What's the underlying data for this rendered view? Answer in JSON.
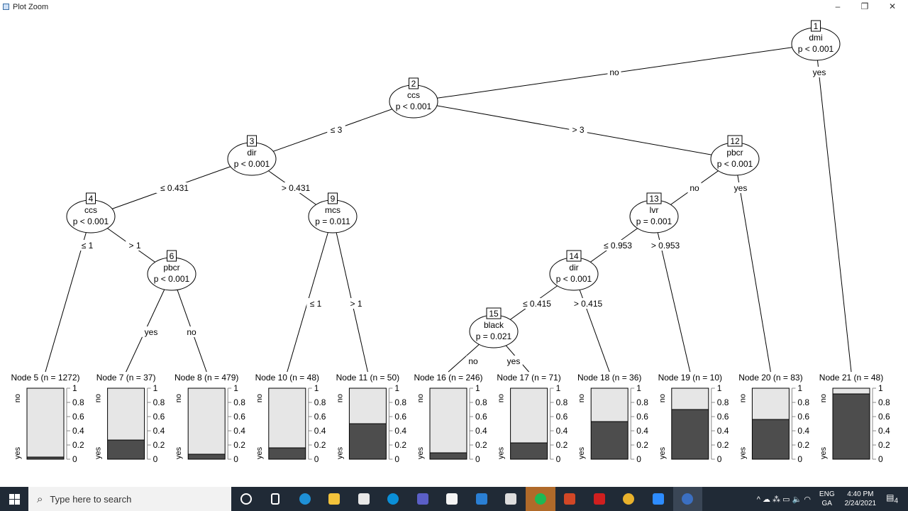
{
  "window": {
    "title": "Plot Zoom",
    "controls": [
      "–",
      "❐",
      "✕"
    ]
  },
  "tree": {
    "inner": [
      {
        "id": 1,
        "var": "dmi",
        "p": "p < 0.001"
      },
      {
        "id": 2,
        "var": "ccs",
        "p": "p < 0.001"
      },
      {
        "id": 3,
        "var": "dir",
        "p": "p < 0.001"
      },
      {
        "id": 4,
        "var": "ccs",
        "p": "p < 0.001"
      },
      {
        "id": 6,
        "var": "pbcr",
        "p": "p < 0.001"
      },
      {
        "id": 9,
        "var": "mcs",
        "p": "p = 0.011"
      },
      {
        "id": 12,
        "var": "pbcr",
        "p": "p < 0.001"
      },
      {
        "id": 13,
        "var": "lvr",
        "p": "p = 0.001"
      },
      {
        "id": 14,
        "var": "dir",
        "p": "p < 0.001"
      },
      {
        "id": 15,
        "var": "black",
        "p": "p = 0.021"
      }
    ],
    "edges": [
      {
        "from": 1,
        "to": 2,
        "label": "no"
      },
      {
        "from": 1,
        "to": 21,
        "label": "yes"
      },
      {
        "from": 2,
        "to": 3,
        "label": "≤ 3"
      },
      {
        "from": 2,
        "to": 12,
        "label": "> 3"
      },
      {
        "from": 3,
        "to": 4,
        "label": "≤ 0.431"
      },
      {
        "from": 3,
        "to": 9,
        "label": "> 0.431"
      },
      {
        "from": 4,
        "to": 5,
        "label": "≤ 1"
      },
      {
        "from": 4,
        "to": 6,
        "label": "> 1"
      },
      {
        "from": 6,
        "to": 7,
        "label": "yes"
      },
      {
        "from": 6,
        "to": 8,
        "label": "no"
      },
      {
        "from": 9,
        "to": 10,
        "label": "≤ 1"
      },
      {
        "from": 9,
        "to": 11,
        "label": "> 1"
      },
      {
        "from": 12,
        "to": 13,
        "label": "no"
      },
      {
        "from": 12,
        "to": 20,
        "label": "yes"
      },
      {
        "from": 13,
        "to": 14,
        "label": "≤ 0.953"
      },
      {
        "from": 13,
        "to": 19,
        "label": "> 0.953"
      },
      {
        "from": 14,
        "to": 15,
        "label": "≤ 0.415"
      },
      {
        "from": 14,
        "to": 18,
        "label": "> 0.415"
      },
      {
        "from": 15,
        "to": 16,
        "label": "no"
      },
      {
        "from": 15,
        "to": 17,
        "label": "yes"
      }
    ],
    "terminals": [
      {
        "id": 5,
        "label": "Node 5 (n = 1272)",
        "yes_fraction": 0.03
      },
      {
        "id": 7,
        "label": "Node 7 (n = 37)",
        "yes_fraction": 0.27
      },
      {
        "id": 8,
        "label": "Node 8 (n = 479)",
        "yes_fraction": 0.07
      },
      {
        "id": 10,
        "label": "Node 10 (n = 48)",
        "yes_fraction": 0.16
      },
      {
        "id": 11,
        "label": "Node 11 (n = 50)",
        "yes_fraction": 0.5
      },
      {
        "id": 16,
        "label": "Node 16 (n = 246)",
        "yes_fraction": 0.09
      },
      {
        "id": 17,
        "label": "Node 17 (n = 71)",
        "yes_fraction": 0.23
      },
      {
        "id": 18,
        "label": "Node 18 (n = 36)",
        "yes_fraction": 0.53
      },
      {
        "id": 19,
        "label": "Node 19 (n = 10)",
        "yes_fraction": 0.7
      },
      {
        "id": 20,
        "label": "Node 20 (n = 83)",
        "yes_fraction": 0.56
      },
      {
        "id": 21,
        "label": "Node 21 (n = 48)",
        "yes_fraction": 0.92
      }
    ],
    "bar_axis_ticks": [
      "0",
      "0.2",
      "0.4",
      "0.6",
      "0.8",
      "1"
    ],
    "class_top": "no",
    "class_bottom": "yes",
    "colors": {
      "no": "#e6e6e6",
      "yes": "#4d4d4d"
    }
  },
  "taskbar": {
    "search_placeholder": "Type here to search",
    "apps": [
      "cortana",
      "task-view",
      "edge",
      "file-explorer",
      "store",
      "skype",
      "teams",
      "notepad",
      "mail",
      "remote",
      "spotify",
      "powerpoint",
      "acrobat",
      "chrome",
      "zoom",
      "r"
    ],
    "lang": "ENG",
    "region": "GA",
    "time": "4:40 PM",
    "date": "2/24/2021",
    "notifications": "4"
  }
}
